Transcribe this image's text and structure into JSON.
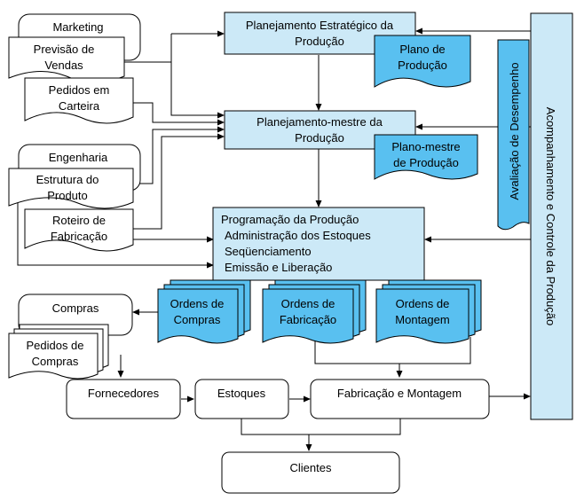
{
  "marketing": {
    "title": "Marketing",
    "forecast": [
      "Previsão de",
      "Vendas"
    ],
    "orders": [
      "Pedidos em",
      "Carteira"
    ]
  },
  "engineering": {
    "title": "Engenharia",
    "structure": [
      "Estrutura do",
      "Produto"
    ],
    "routing": [
      "Roteiro de",
      "Fabricação"
    ]
  },
  "strategic_planning": [
    "Planejamento Estratégico da",
    "Produção"
  ],
  "production_plan": [
    "Plano de",
    "Produção"
  ],
  "master_planning": [
    "Planejamento-mestre da",
    "Produção"
  ],
  "master_plan": [
    "Plano-mestre",
    "de Produção"
  ],
  "programming": [
    "Programação da Produção",
    "Administração dos Estoques",
    "Seqüenciamento",
    "Emissão e Liberação"
  ],
  "orders": {
    "purchase": [
      "Ordens de",
      "Compras"
    ],
    "manufacturing": [
      "Ordens de",
      "Fabricação"
    ],
    "assembly": [
      "Ordens de",
      "Montagem"
    ]
  },
  "purchasing": {
    "title": "Compras",
    "purchase_orders": [
      "Pedidos de",
      "Compras"
    ]
  },
  "suppliers": "Fornecedores",
  "inventory": "Estoques",
  "manufacturing_assembly": "Fabricação e Montagem",
  "customers": "Clientes",
  "performance": "Avaliação de Desempenho",
  "monitoring": "Acompanhamento e Controle da Produção",
  "colors": {
    "light_blue": "#cce9f7",
    "mid_blue": "#59c0f0",
    "line": "#000000"
  }
}
